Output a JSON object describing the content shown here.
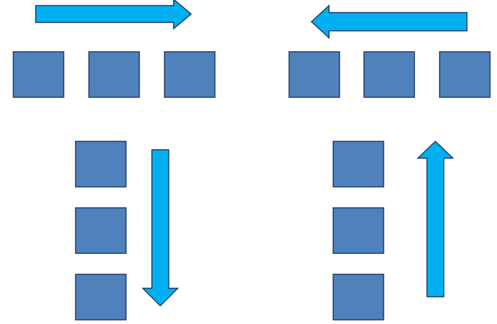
{
  "colors": {
    "background": "#ffffff",
    "arrow_fill": "#00b0f0",
    "arrow_stroke": "#1f3864",
    "square_fill": "#4f81bd",
    "square_stroke": "#1f3a60"
  },
  "groups": [
    {
      "id": "top-left",
      "orientation": "horizontal",
      "arrow_direction": "right",
      "square_count": 3
    },
    {
      "id": "top-right",
      "orientation": "horizontal",
      "arrow_direction": "left",
      "square_count": 3
    },
    {
      "id": "bottom-left",
      "orientation": "vertical",
      "arrow_direction": "down",
      "square_count": 3
    },
    {
      "id": "bottom-right",
      "orientation": "vertical",
      "arrow_direction": "up",
      "square_count": 3
    }
  ]
}
